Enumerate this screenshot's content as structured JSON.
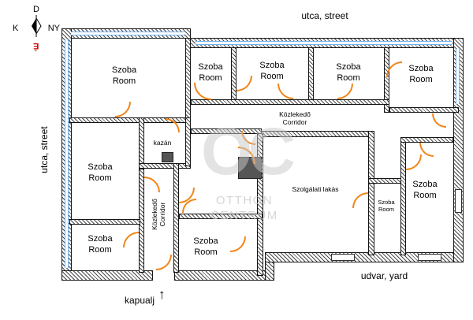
{
  "compass": {
    "top": "D",
    "left": "K",
    "right": "NY",
    "bottom": "É"
  },
  "labels": {
    "street_top": "utca, street",
    "street_left": "utca, street",
    "yard": "udvar, yard",
    "gateway": "kapualj",
    "gateway_arrow": "↑"
  },
  "watermark": {
    "logo": "OC",
    "text": "OTTHON\nCENTRUM"
  },
  "rooms": {
    "top_left": "Szoba\nRoom",
    "top_2": "Szoba\nRoom",
    "top_3": "Szoba\nRoom",
    "top_4": "Szoba\nRoom",
    "top_right": "Szoba\nRoom",
    "corridor_h": "Közlekedő\nCorridor",
    "kazan": "kazán",
    "mid_left": "Szoba\nRoom",
    "corridor_v": "Közlekedő\nCorridor",
    "bottom_left": "Szoba\nRoom",
    "bottom_mid": "Szoba\nRoom",
    "service_flat": "Szolgálati lakás",
    "small_room": "Szoba\nRoom",
    "right_room": "Szoba\nRoom"
  },
  "colors": {
    "door": "#f08519",
    "window": "#6fb3f2",
    "compass_south": "#cc0000"
  }
}
